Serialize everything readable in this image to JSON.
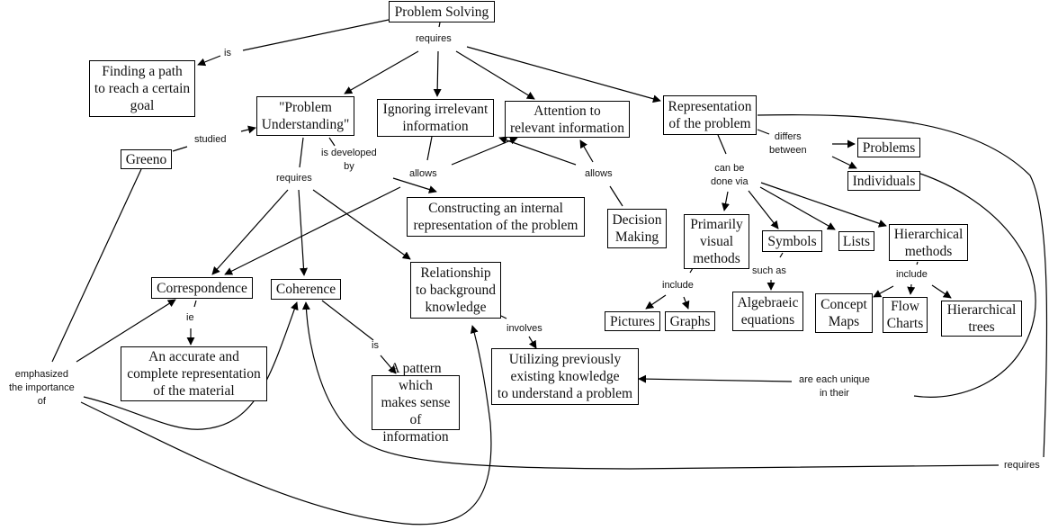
{
  "title": "Problem Solving concept map",
  "nodes": {
    "problem_solving": "Problem Solving",
    "finding_path": "Finding a path\nto reach a certain\ngoal",
    "problem_understanding": "\"Problem\nUnderstanding\"",
    "greeno": "Greeno",
    "ignoring": "Ignoring irrelevant\ninformation",
    "attention": "Attention to\nrelevant information",
    "representation": "Representation\nof the problem",
    "problems": "Problems",
    "individuals": "Individuals",
    "constructing": "Constructing an internal\nrepresentation of the problem",
    "decision_making": "Decision\nMaking",
    "primarily_visual": "Primarily\nvisual\nmethods",
    "symbols": "Symbols",
    "lists": "Lists",
    "hierarchical_methods": "Hierarchical\nmethods",
    "correspondence": "Correspondence",
    "coherence": "Coherence",
    "relationship": "Relationship\nto background\nknowledge",
    "pictures": "Pictures",
    "graphs": "Graphs",
    "algebraic": "Algebraeic\nequations",
    "concept_maps": "Concept\nMaps",
    "flow_charts": "Flow\nCharts",
    "hierarchical_trees": "Hierarchical\ntrees",
    "accurate": "An accurate and\ncomplete representation\nof the material",
    "pattern": "A pattern which\nmakes sense of\ninformation",
    "utilizing": "Utilizing previously\nexisting knowledge\nto understand a problem"
  },
  "links": {
    "is_top": "is",
    "requires_top": "requires",
    "studied": "studied",
    "is_developed_by": "is developed\nby",
    "requires_pu": "requires",
    "allows_left": "allows",
    "allows_right": "allows",
    "differs_between": "differs\nbetween",
    "can_be_done_via": "can be\ndone via",
    "include_visual": "include",
    "such_as": "such as",
    "include_hier": "include",
    "ie": "ie",
    "is_coherence": "is",
    "involves": "involves",
    "emphasized": "emphasized\nthe importance\nof",
    "are_each_unique": "are each unique\nin their",
    "requires_right": "requires"
  }
}
